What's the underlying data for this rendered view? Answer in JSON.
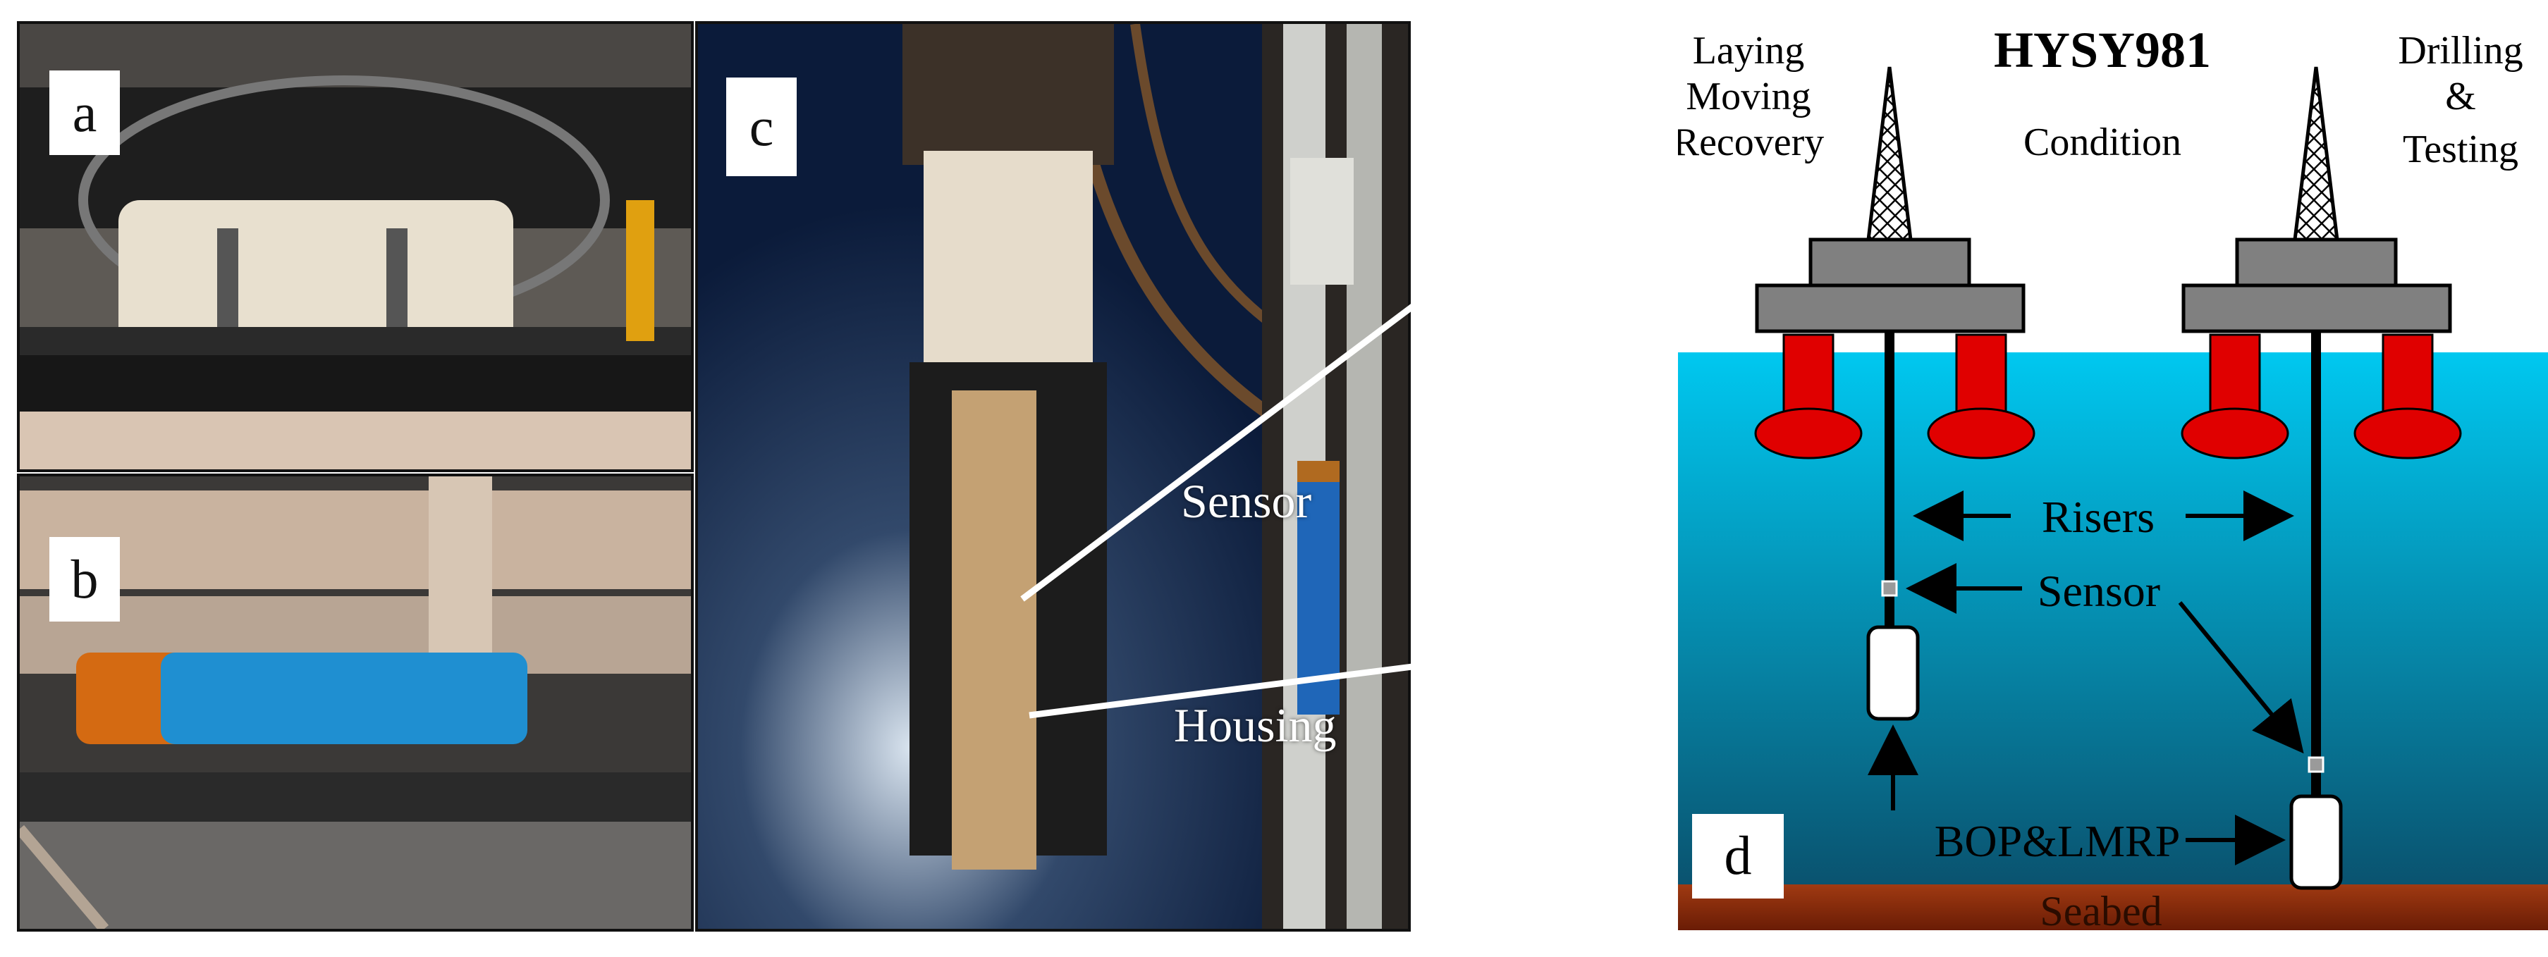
{
  "panels": {
    "a": {
      "tag": "a"
    },
    "b": {
      "tag": "b"
    },
    "c": {
      "tag": "c",
      "label_sensor": "Sensor",
      "label_housing": "Housing"
    },
    "d": {
      "tag": "d",
      "title": "HYSY981",
      "condition": "Condition",
      "left_condition": [
        "Laying",
        "Moving",
        "Recovery"
      ],
      "right_condition": [
        "Drilling",
        "&",
        "Testing"
      ],
      "risers": "Risers",
      "sensor": "Sensor",
      "bop": "BOP&LMRP",
      "seabed": "Seabed"
    }
  },
  "colors": {
    "sea_top": "#00c8f0",
    "sea_bottom": "#0a4f6b",
    "seabed": "#8a2b0a",
    "pontoon": "#e00000",
    "platform": "#808080",
    "sky": "#ffffff"
  }
}
